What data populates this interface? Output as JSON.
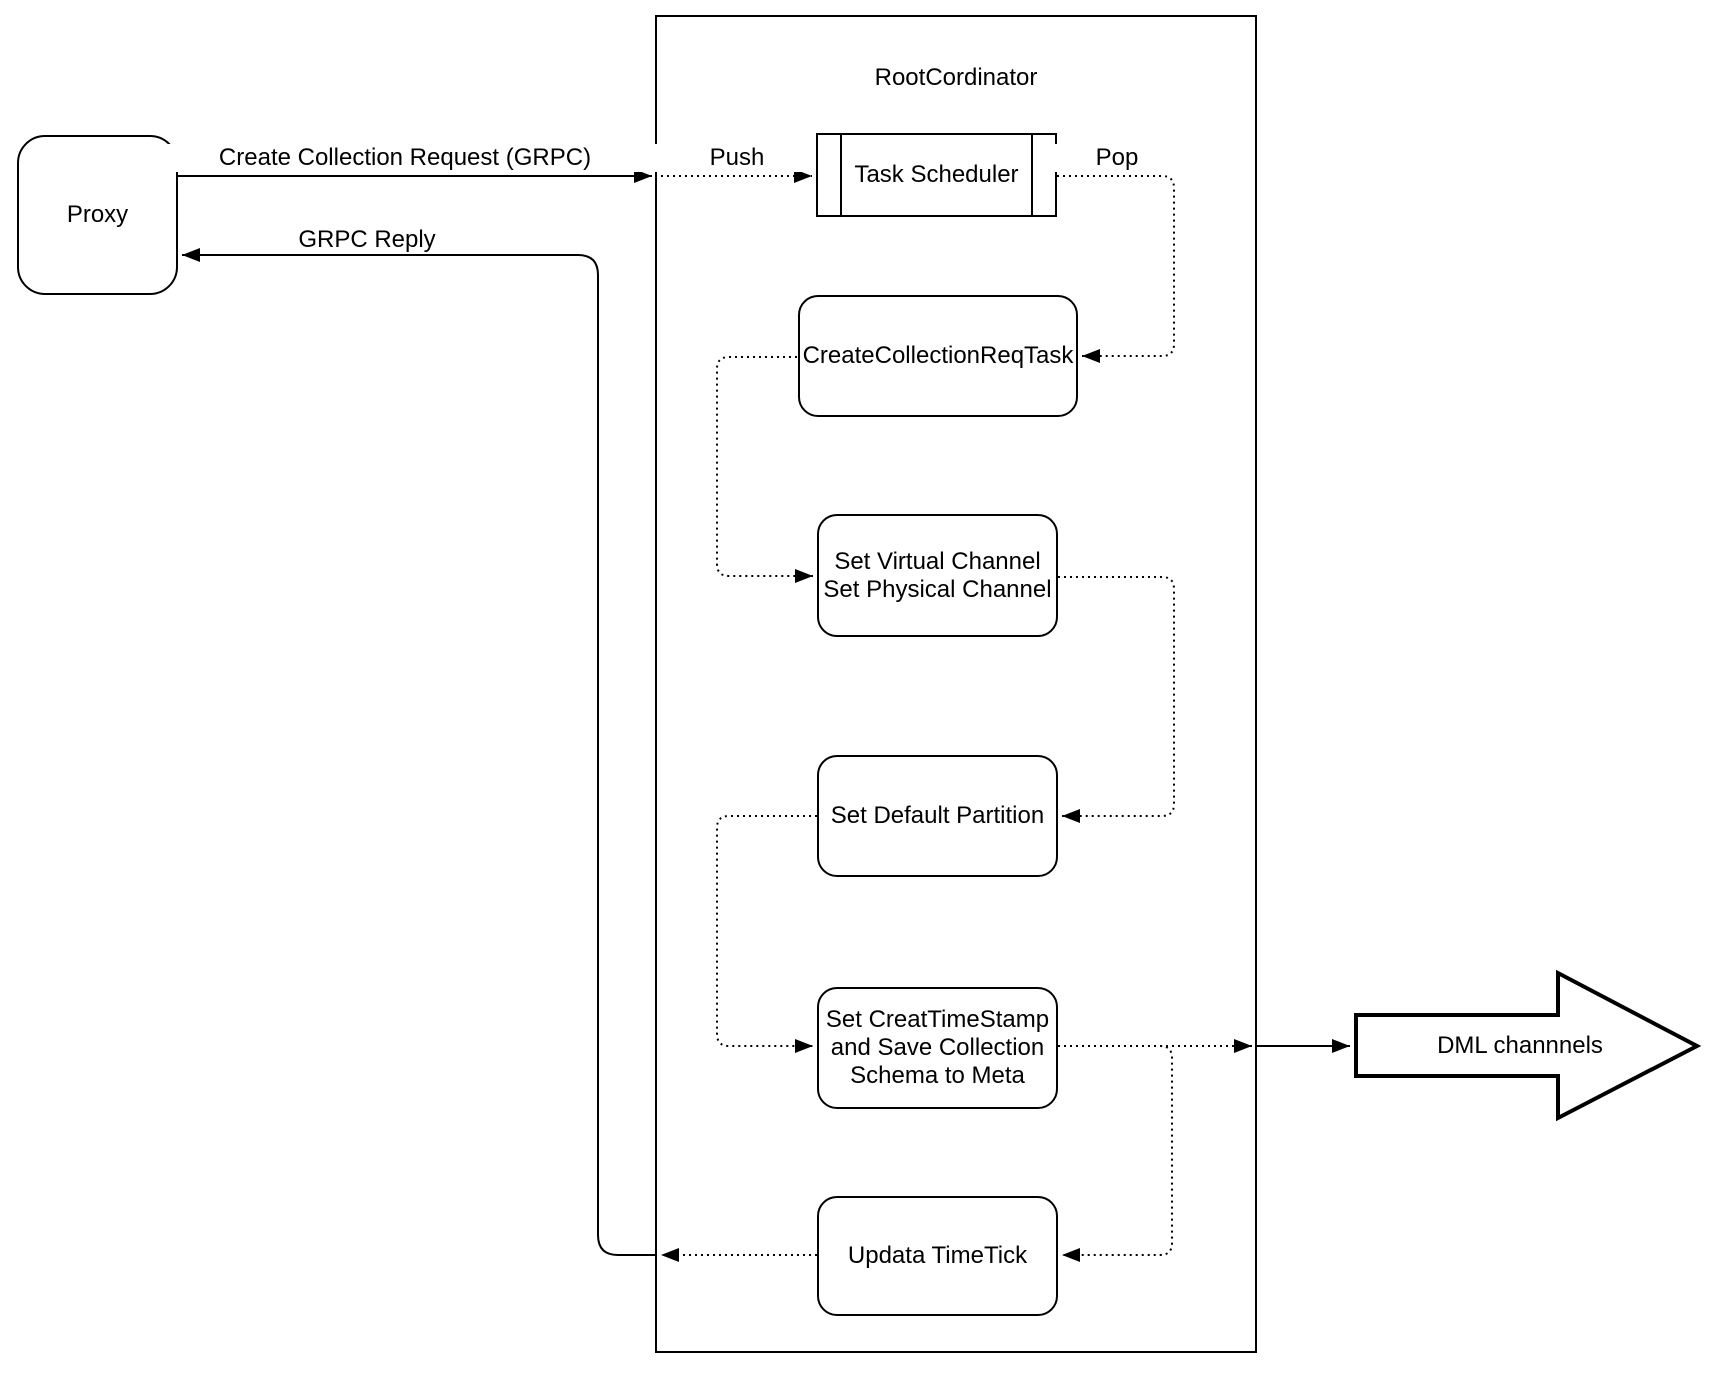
{
  "diagram": {
    "container_title": "RootCordinator",
    "nodes": {
      "proxy": "Proxy",
      "task_scheduler": "Task Scheduler",
      "create_collection_req_task": "CreateCollectionReqTask",
      "set_channels": "Set Virtual Channel\nSet Physical Channel",
      "set_default_partition": "Set Default Partition",
      "set_create_timestamp": "Set CreatTimeStamp\nand Save Collection\nSchema to Meta",
      "update_timetick": "Updata TimeTick",
      "dml_channels": "DML channnels"
    },
    "edge_labels": {
      "create_collection_request": "Create Collection Request (GRPC)",
      "grpc_reply": "GRPC Reply",
      "push": "Push",
      "pop": "Pop"
    },
    "edges": [
      {
        "from": "Proxy",
        "to": "RootCordinator",
        "label": "Create Collection Request (GRPC)",
        "style": "solid"
      },
      {
        "from": "RootCordinator",
        "to": "Task Scheduler",
        "label": "Push",
        "style": "dotted"
      },
      {
        "from": "Task Scheduler",
        "to": "CreateCollectionReqTask",
        "label": "Pop",
        "style": "dotted"
      },
      {
        "from": "CreateCollectionReqTask",
        "to": "Set Virtual Channel / Set Physical Channel",
        "label": "",
        "style": "dotted"
      },
      {
        "from": "Set Virtual Channel / Set Physical Channel",
        "to": "Set Default Partition",
        "label": "",
        "style": "dotted"
      },
      {
        "from": "Set Default Partition",
        "to": "Set CreatTimeStamp and Save Collection Schema to Meta",
        "label": "",
        "style": "dotted"
      },
      {
        "from": "Set CreatTimeStamp and Save Collection Schema to Meta",
        "to": "DML channnels",
        "label": "",
        "style": "dotted-then-solid"
      },
      {
        "from": "Set CreatTimeStamp and Save Collection Schema to Meta",
        "to": "Updata TimeTick",
        "label": "",
        "style": "dotted"
      },
      {
        "from": "Updata TimeTick",
        "to": "Proxy",
        "label": "GRPC Reply",
        "style": "dotted-then-solid"
      }
    ],
    "colors": {
      "stroke": "#000000",
      "background": "#ffffff"
    }
  }
}
